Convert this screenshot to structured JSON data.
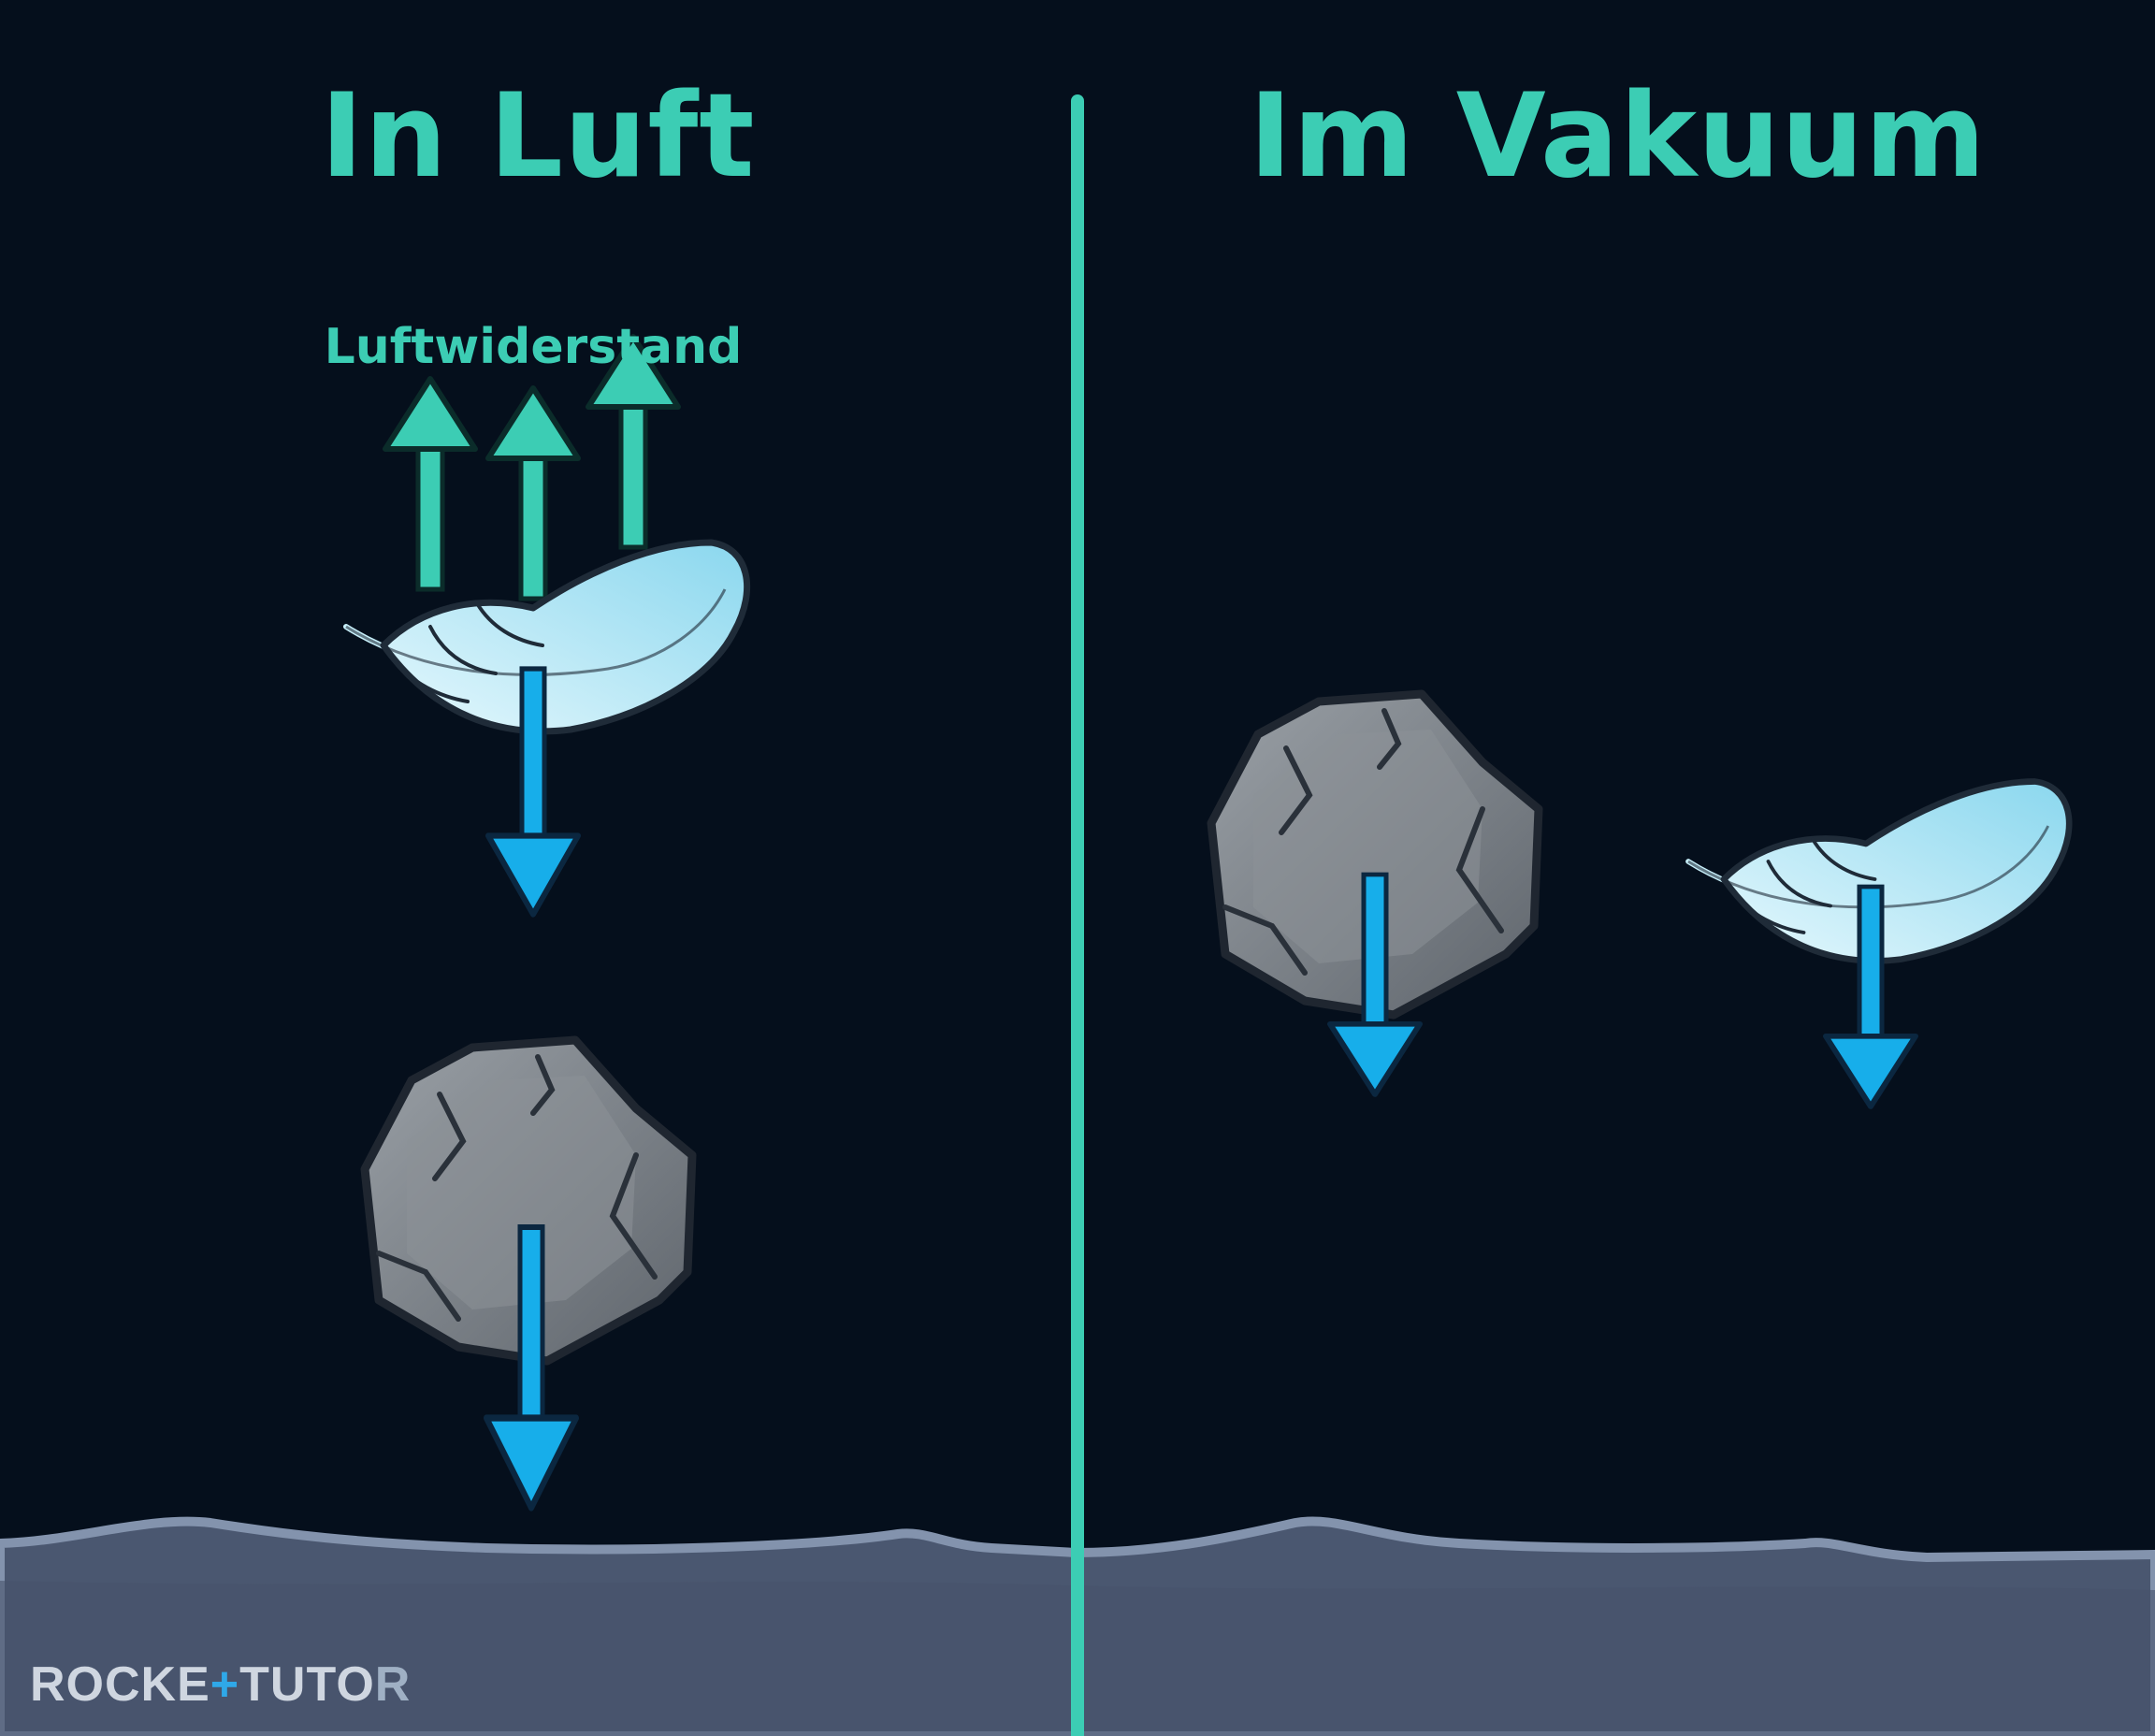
{
  "panels": {
    "left": {
      "title": "In Luft",
      "force_label": "Luftwiderstand"
    },
    "right": {
      "title": "Im Vakuum"
    }
  },
  "brand": {
    "part1": "ROCKE",
    "part2": "+",
    "part3": "TUTO",
    "part4": "R"
  },
  "colors": {
    "background": "#050f1c",
    "accent_teal": "#3ccdb4",
    "gravity_arrow": "#17aeea",
    "stone": "#7d8288",
    "feather": "#c8f0fb",
    "ground": "#4a5770",
    "ground_edge": "#8393ad"
  },
  "icons": [
    "feather-icon",
    "stone-icon",
    "arrow-up-icon",
    "arrow-down-icon",
    "divider-line"
  ]
}
